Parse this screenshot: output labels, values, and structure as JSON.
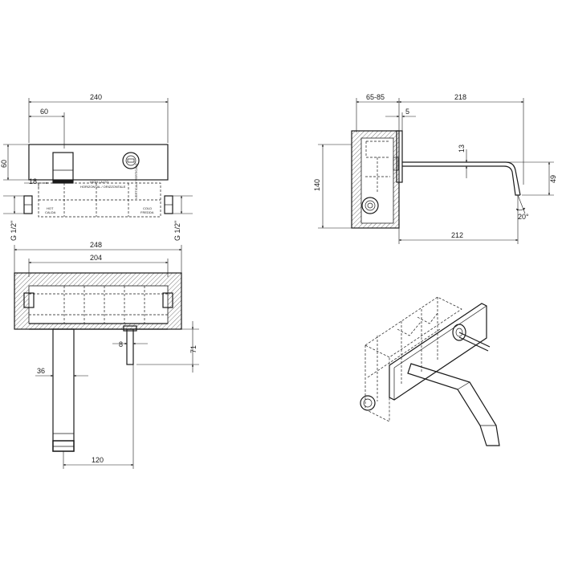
{
  "front_view": {
    "overall_width": "240",
    "spout_offset": "60",
    "plate_height": "60",
    "inlet_offset": "18",
    "label_hot": "HOT",
    "label_hot_it": "CALDA",
    "label_cold": "COLD",
    "label_cold_it": "FREDDA",
    "label_high": "HIGH / ALTO",
    "label_horizontal": "HORIZONTAL / ORIZZONTALE",
    "label_vertical": "VERTICAL / VERTICALE",
    "thread_left": "G 1/2\"",
    "thread_right": "G 1/2\""
  },
  "top_view": {
    "box_width": "248",
    "inner_width": "204",
    "projection": "71",
    "lever_width": "8",
    "spout_diameter": "36",
    "spout_reach": "120"
  },
  "side_view": {
    "wall_depth": "65-85",
    "overall_reach": "218",
    "plate_thickness": "5",
    "box_height": "140",
    "spout_thickness": "13",
    "spout_drop": "49",
    "spout_reach": "212",
    "outlet_angle": "20°"
  },
  "iso_view": {}
}
